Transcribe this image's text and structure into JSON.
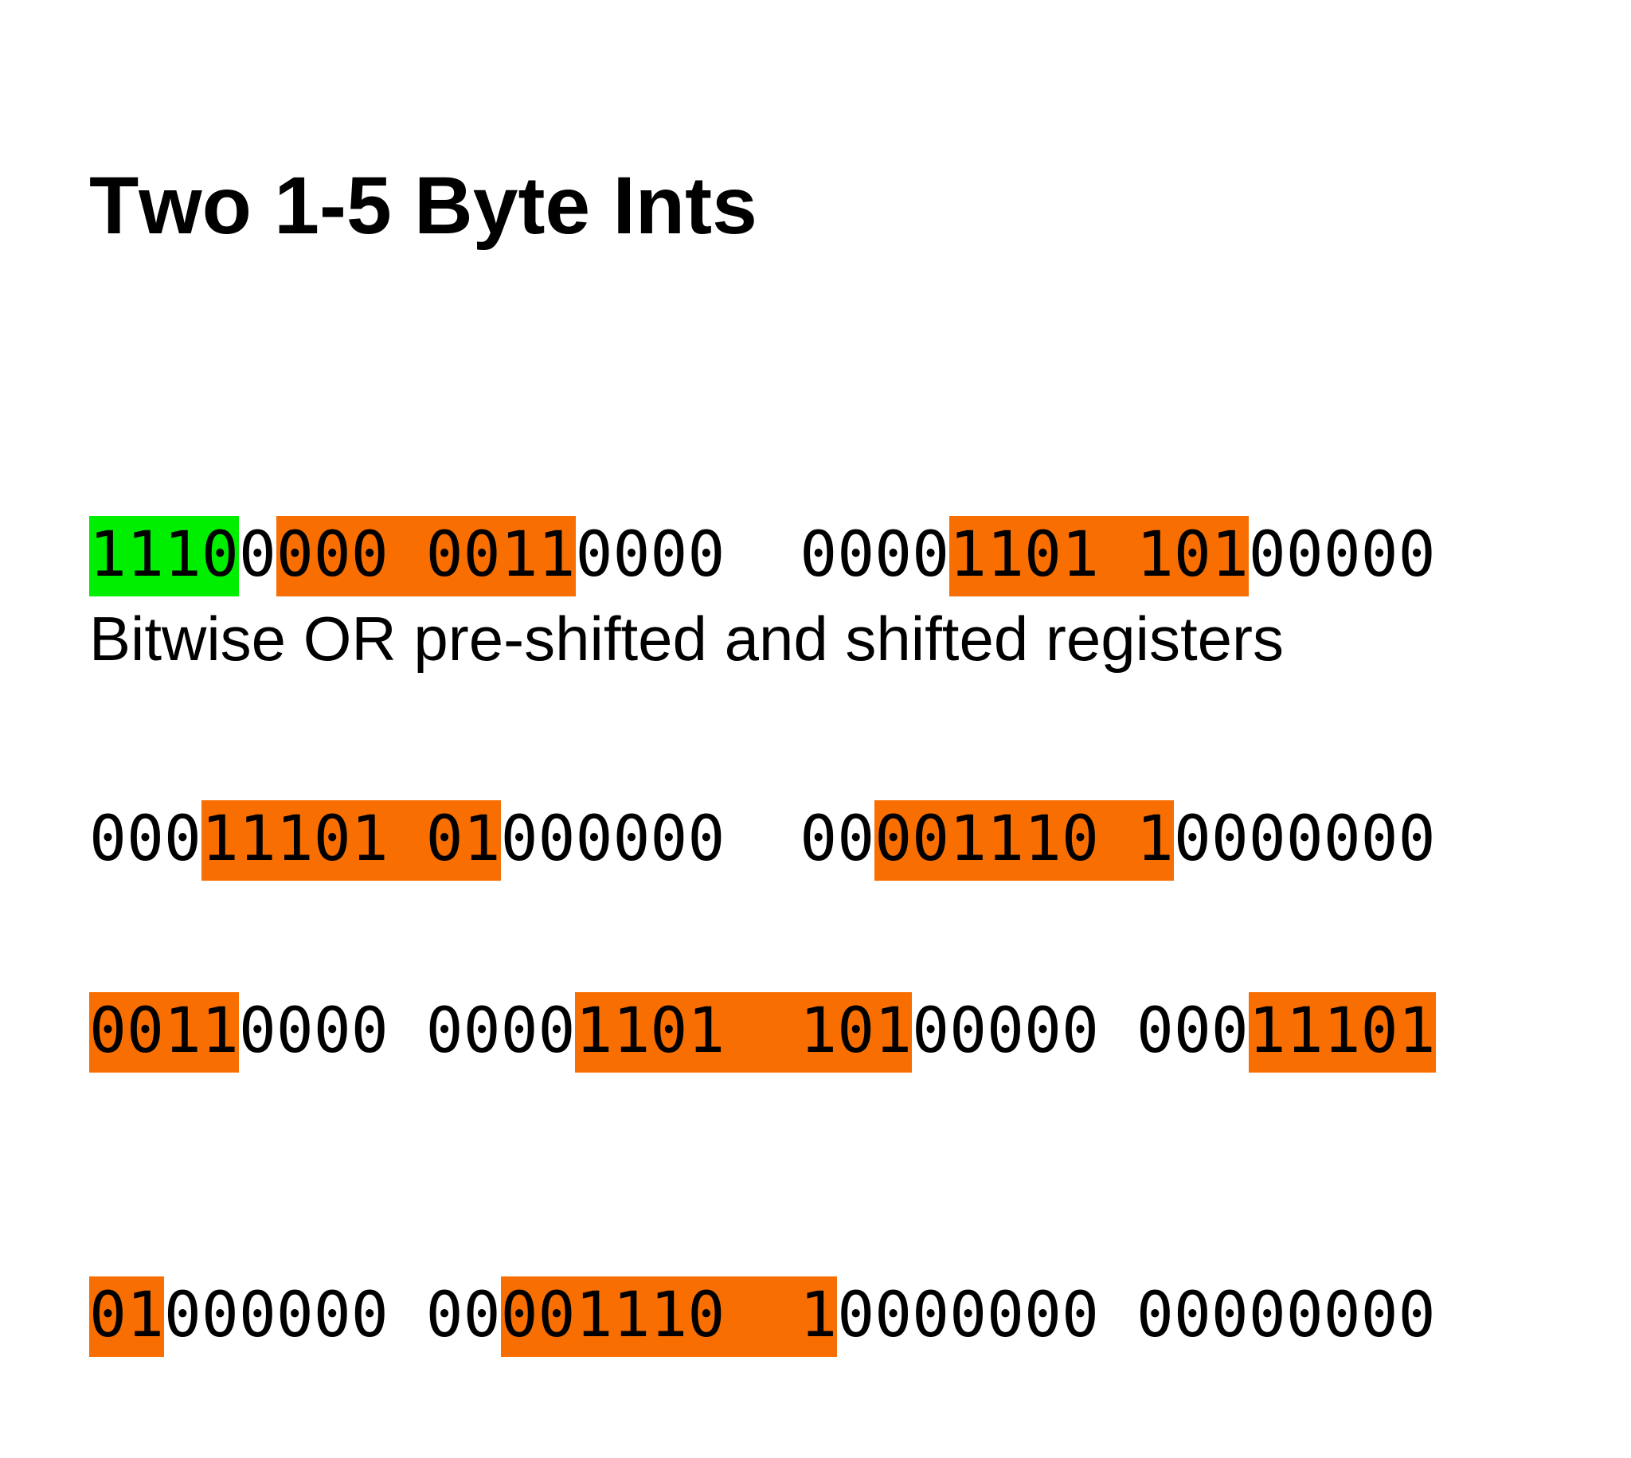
{
  "slide": {
    "title": "Two 1-5 Byte Ints",
    "subtitle": "Bitwise OR pre-shifted and shifted registers",
    "colors": {
      "background": "#ffffff",
      "text": "#000000",
      "highlight_green": "#00ef00",
      "highlight_orange": "#f96e00"
    },
    "registers": {
      "lines": [
        {
          "text": "11100000 00110000  00001101 10100000",
          "segments": [
            {
              "text": "1110",
              "hl": "green"
            },
            {
              "text": "0"
            },
            {
              "text": "000 0011",
              "hl": "orange"
            },
            {
              "text": "0000  0000"
            },
            {
              "text": "1101 101",
              "hl": "orange"
            },
            {
              "text": "00000"
            }
          ]
        },
        {
          "text": "00011101 01000000  00001110 10000000",
          "segments": [
            {
              "text": "000"
            },
            {
              "text": "11101 01",
              "hl": "orange"
            },
            {
              "text": "000000  00"
            },
            {
              "text": "001110 1",
              "hl": "orange"
            },
            {
              "text": "0000000"
            }
          ]
        }
      ]
    },
    "result": {
      "lines": [
        {
          "text": "00110000 00001101  10100000 00011101",
          "segments": [
            {
              "text": "0011",
              "hl": "orange"
            },
            {
              "text": "0000 0000"
            },
            {
              "text": "1101  101",
              "hl": "orange"
            },
            {
              "text": "00000 000"
            },
            {
              "text": "11101",
              "hl": "orange"
            }
          ]
        },
        {
          "text": "01000000 00001110  10000000 00000000",
          "segments": [
            {
              "text": "01",
              "hl": "orange"
            },
            {
              "text": "000000 00"
            },
            {
              "text": "001110  1",
              "hl": "orange"
            },
            {
              "text": "0000000 00000000"
            }
          ]
        }
      ]
    }
  }
}
